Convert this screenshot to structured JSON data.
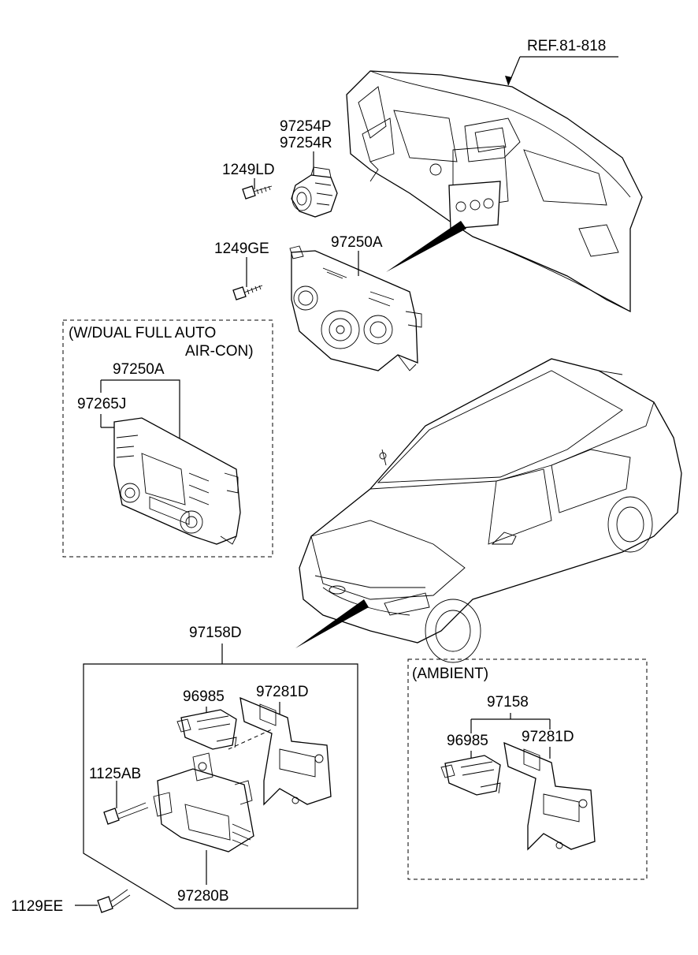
{
  "labels": {
    "ref": "REF.81-818",
    "p97254p": "97254P",
    "p97254r": "97254R",
    "p1249ld": "1249LD",
    "p1249ge": "1249GE",
    "p97250a_main": "97250A",
    "dual_title_1": "(W/DUAL FULL AUTO",
    "dual_title_2": "AIR-CON)",
    "p97250a_dual": "97250A",
    "p97265j": "97265J",
    "p97158d": "97158D",
    "p96985_left": "96985",
    "p97281d_left": "97281D",
    "p1125ab": "1125AB",
    "p97280b": "97280B",
    "p1129ee": "1129EE",
    "ambient_title": "(AMBIENT)",
    "p97158": "97158",
    "p96985_right": "96985",
    "p97281d_right": "97281D"
  }
}
